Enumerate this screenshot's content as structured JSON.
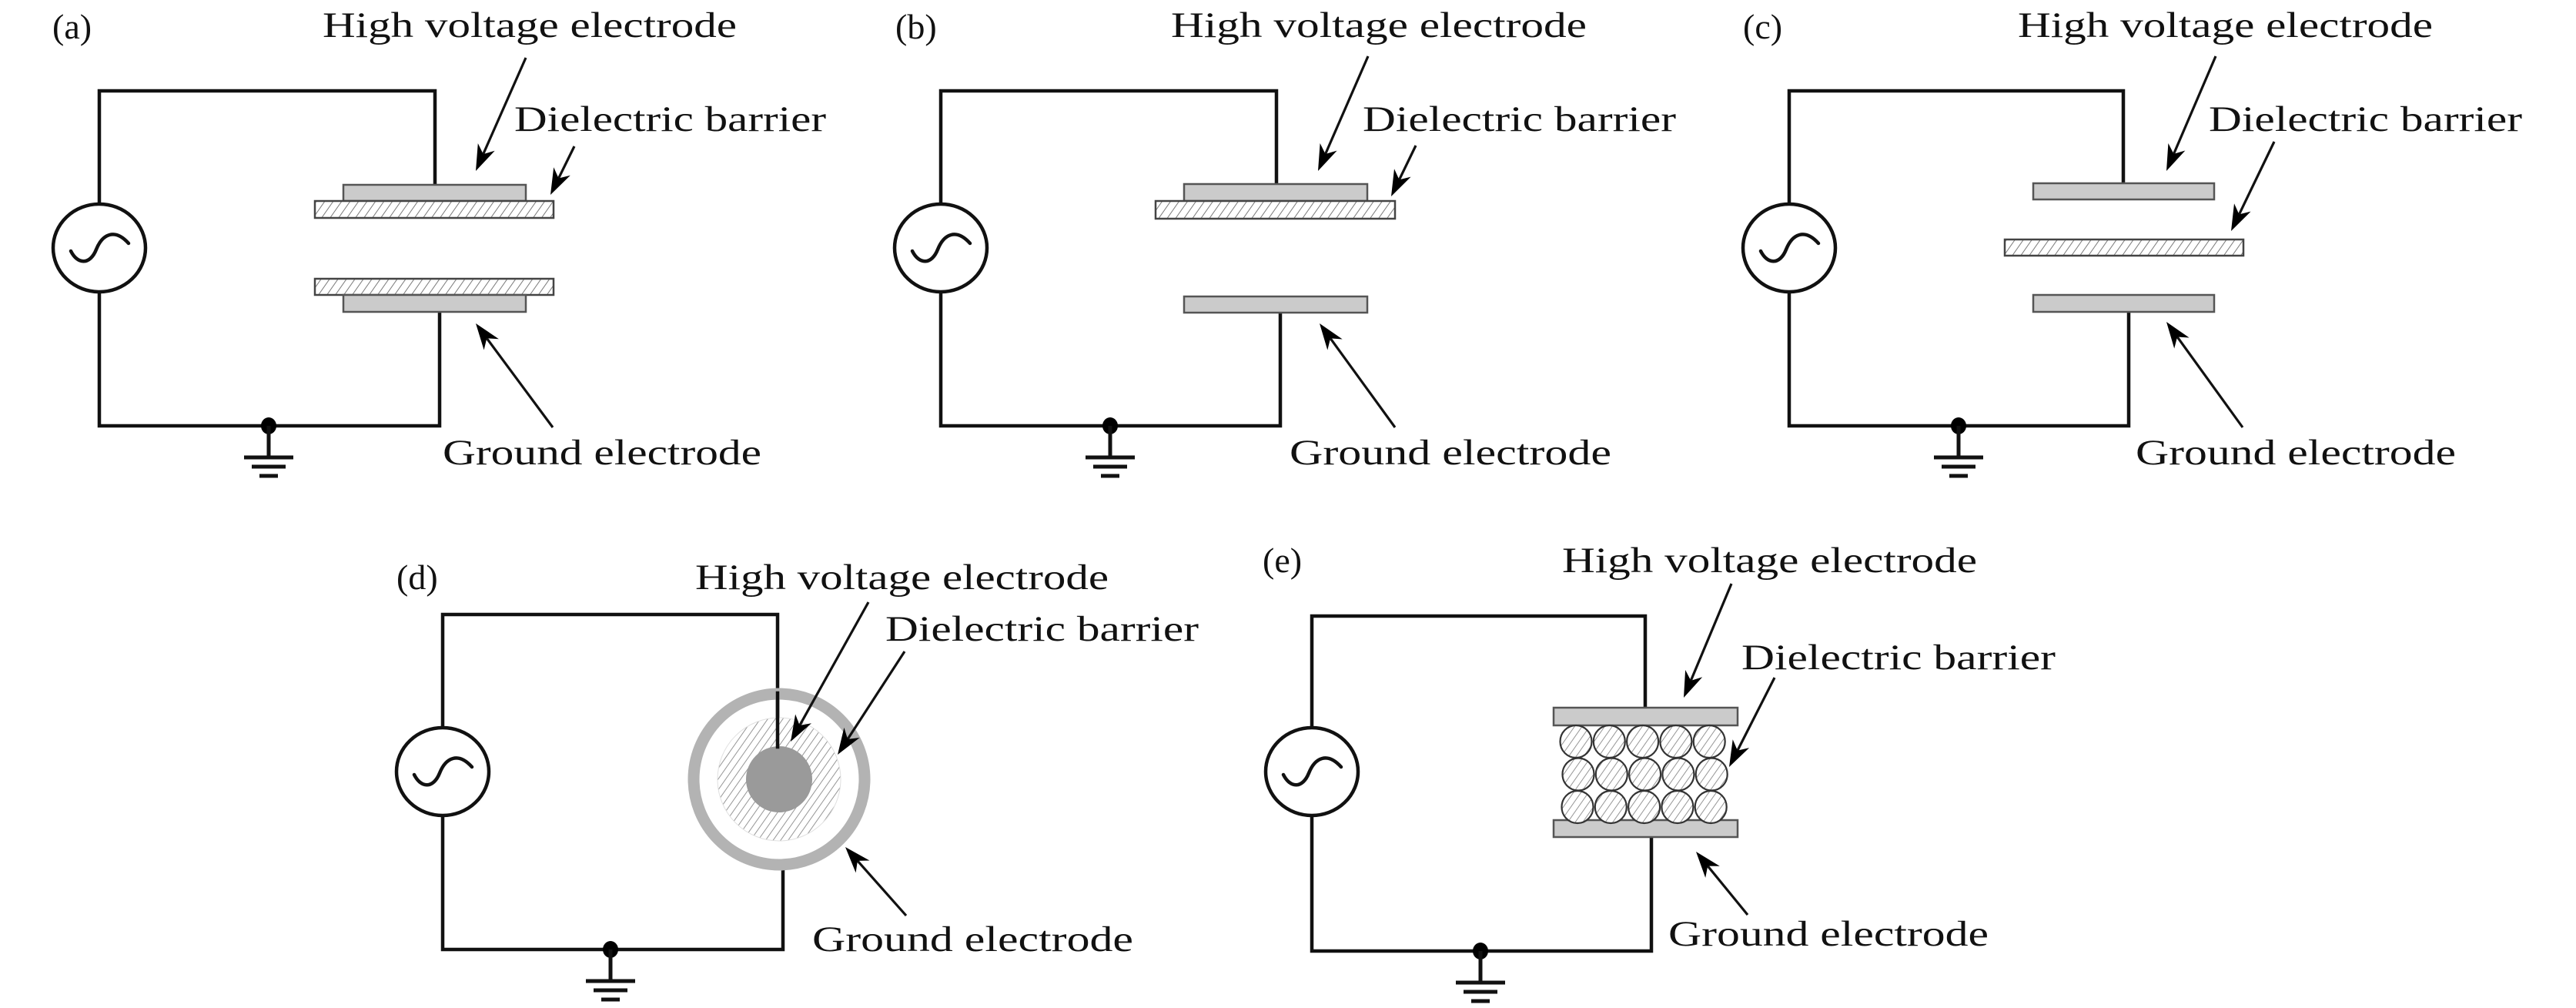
{
  "figure": {
    "description": "Dielectric barrier discharge electrode configurations",
    "colors": {
      "wire": "#111111",
      "electrode_fill": "#cbcbcb",
      "electrode_border": "#555555",
      "hatch": "#888888",
      "ring": "#b3b3b3",
      "core": "#999999"
    },
    "panels": [
      {
        "id": "a",
        "label": "(a)",
        "configuration": "planar, barriers on both electrodes",
        "labels": {
          "high_voltage": "High voltage electrode",
          "dielectric": "Dielectric barrier",
          "ground": "Ground electrode"
        }
      },
      {
        "id": "b",
        "label": "(b)",
        "configuration": "planar, barrier on high voltage electrode",
        "labels": {
          "high_voltage": "High voltage electrode",
          "dielectric": "Dielectric barrier",
          "ground": "Ground electrode"
        }
      },
      {
        "id": "c",
        "label": "(c)",
        "configuration": "planar, floating barrier between electrodes",
        "labels": {
          "high_voltage": "High voltage electrode",
          "dielectric": "Dielectric barrier",
          "ground": "Ground electrode"
        }
      },
      {
        "id": "d",
        "label": "(d)",
        "configuration": "coaxial cylindrical",
        "labels": {
          "high_voltage": "High voltage electrode",
          "dielectric": "Dielectric barrier",
          "ground": "Ground electrode"
        }
      },
      {
        "id": "e",
        "label": "(e)",
        "configuration": "packed bed of dielectric pellets",
        "pellet_grid": {
          "rows": 3,
          "cols": 5
        },
        "labels": {
          "high_voltage": "High voltage electrode",
          "dielectric": "Dielectric barrier",
          "ground": "Ground electrode"
        }
      }
    ],
    "symbols": {
      "source": "ac-source-icon",
      "ground": "ground-icon"
    }
  }
}
